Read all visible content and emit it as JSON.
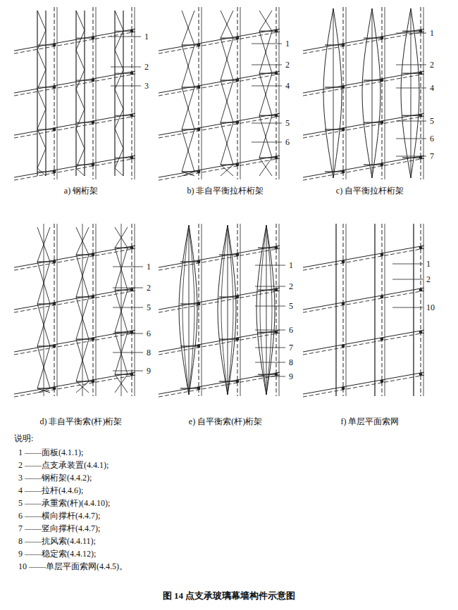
{
  "diagram": {
    "title": "图 14 点支承玻璃幕墙构件示意图",
    "labels": [
      "1",
      "2",
      "3",
      "a) 钢桁架",
      "1",
      "2",
      "4",
      "5",
      "6",
      "b) 非自平衡拉杆桁架",
      "1",
      "2",
      "4",
      "5",
      "6",
      "7",
      "c) 自平衡拉杆桁架",
      "1",
      "2",
      "5",
      "6",
      "8",
      "9",
      "d) 非自平衡索(杆)桁架",
      "1",
      "2",
      "5",
      "6",
      "7",
      "8",
      "9",
      "e) 自平衡索(杆)桁架",
      "1",
      "2",
      "10",
      "f) 单层平面索网",
      "说明:",
      "1 ——面板(4.1.1);",
      "2 ——点支承装置(4.4.1);",
      "3 ——钢桁架(4.4.2);",
      "4 ——拉杆(4.4.6);",
      "5 ——承重索(杆)(4.4.10);",
      "6 ——横向撑杆(4.4.7);",
      "7 ——竖向撑杆(4.4.7);",
      "8 ——抗风索(4.4.11);",
      "9 ——稳定索(4.4.12);",
      "10 ——单层平面索网(4.4.5)。"
    ]
  }
}
